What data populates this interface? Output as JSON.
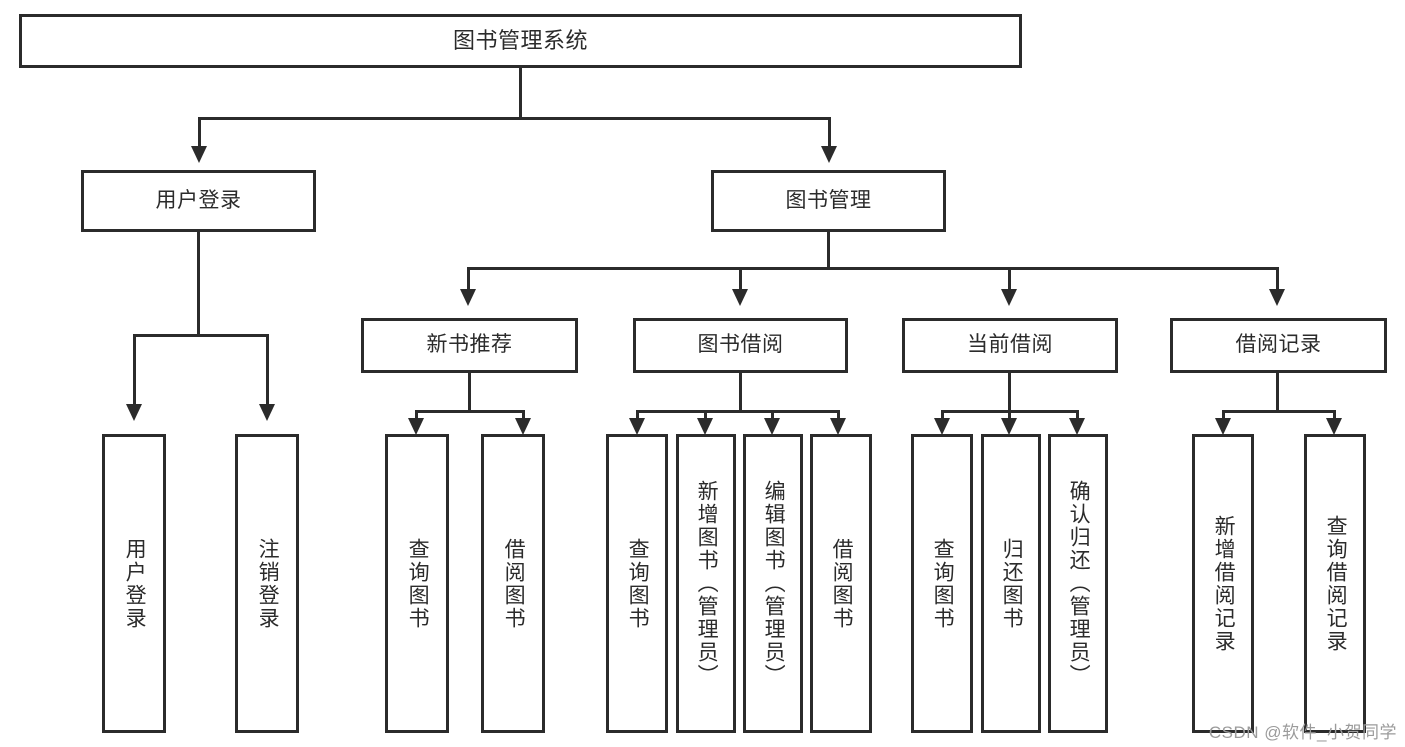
{
  "diagram": {
    "title": "图书管理系统",
    "type": "tree-hierarchy",
    "root": {
      "label": "图书管理系统"
    },
    "level2": [
      {
        "label": "用户登录"
      },
      {
        "label": "图书管理"
      }
    ],
    "level3": [
      {
        "label": "新书推荐"
      },
      {
        "label": "图书借阅"
      },
      {
        "label": "当前借阅"
      },
      {
        "label": "借阅记录"
      }
    ],
    "leaves": {
      "user_login": [
        {
          "label": "用户登录"
        },
        {
          "label": "注销登录"
        }
      ],
      "new_book_recommend": [
        {
          "label": "查询图书"
        },
        {
          "label": "借阅图书"
        }
      ],
      "book_borrow": [
        {
          "label": "查询图书"
        },
        {
          "label": "新增图书（管理员）"
        },
        {
          "label": "编辑图书（管理员）"
        },
        {
          "label": "借阅图书"
        }
      ],
      "current_borrow": [
        {
          "label": "查询图书"
        },
        {
          "label": "归还图书"
        },
        {
          "label": "确认归还（管理员）"
        }
      ],
      "borrow_record": [
        {
          "label": "新增借阅记录"
        },
        {
          "label": "查询借阅记录"
        }
      ]
    }
  },
  "watermark": {
    "text": "CSDN @软件_小贺同学"
  },
  "colors": {
    "stroke": "#2b2b2b",
    "background": "#ffffff",
    "watermark": "#9b9b9b"
  }
}
